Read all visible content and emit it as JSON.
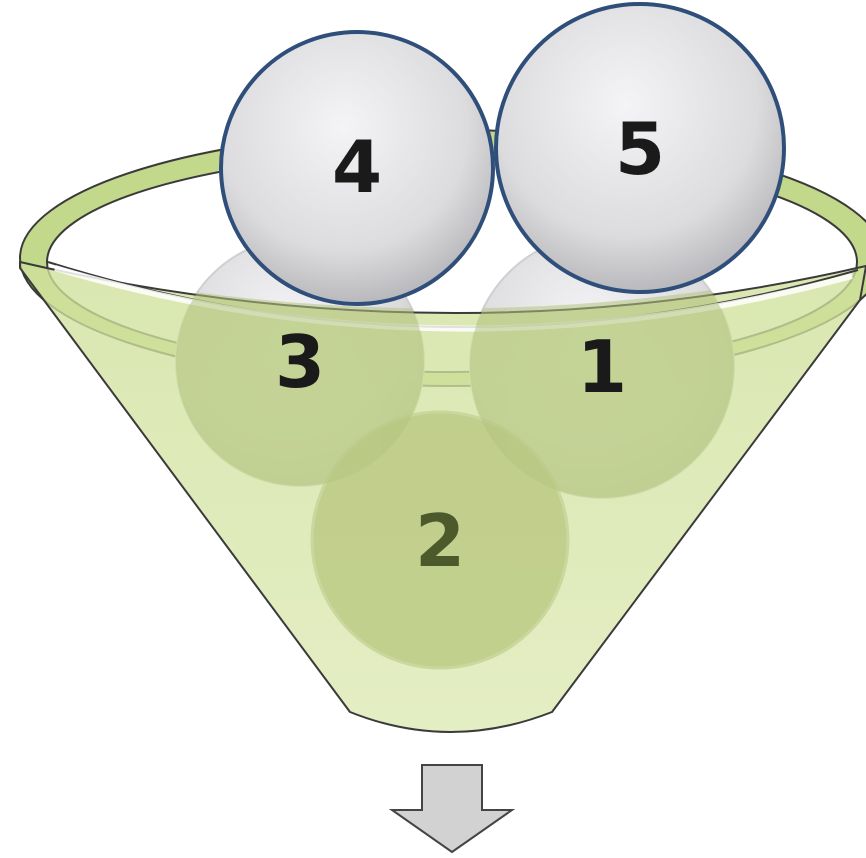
{
  "balls": [
    {
      "label": "4",
      "tier": "above-rim",
      "color": "#1a1a1a"
    },
    {
      "label": "5",
      "tier": "above-rim",
      "color": "#1a1a1a"
    },
    {
      "label": "3",
      "tier": "in-funnel-top",
      "color": "#1a1a1a"
    },
    {
      "label": "1",
      "tier": "in-funnel-top",
      "color": "#1a1a1a"
    },
    {
      "label": "2",
      "tier": "in-funnel-bottom",
      "color": "#3d4a1c"
    }
  ],
  "colors": {
    "funnel_fill": "#d6e4a6",
    "funnel_rim": "#c2d88a",
    "funnel_outline": "#3a3a3a",
    "ball_fill": "#dcdcde",
    "ball_outline": "#2f4f7a",
    "arrow_fill": "#d2d2d2",
    "arrow_outline": "#444444"
  },
  "icons": {
    "output_arrow": "arrow-down-icon"
  }
}
